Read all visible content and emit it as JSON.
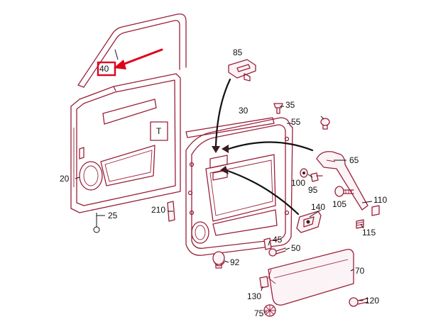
{
  "highlight": {
    "label": "40",
    "color": "#e0001b"
  },
  "line_color": "#9a1f3a",
  "parts": {
    "p20": "20",
    "p25": "25",
    "p30": "30",
    "p35": "35",
    "p45": "45",
    "p50": "50",
    "p55": "55",
    "p65": "65",
    "p70": "70",
    "p75": "75",
    "p85": "85",
    "p92": "92",
    "p95": "95",
    "p100": "100",
    "p105": "105",
    "p110": "110",
    "p115": "115",
    "p120": "120",
    "p130": "130",
    "p140": "140",
    "p210": "210"
  },
  "trim_glyph": "T"
}
